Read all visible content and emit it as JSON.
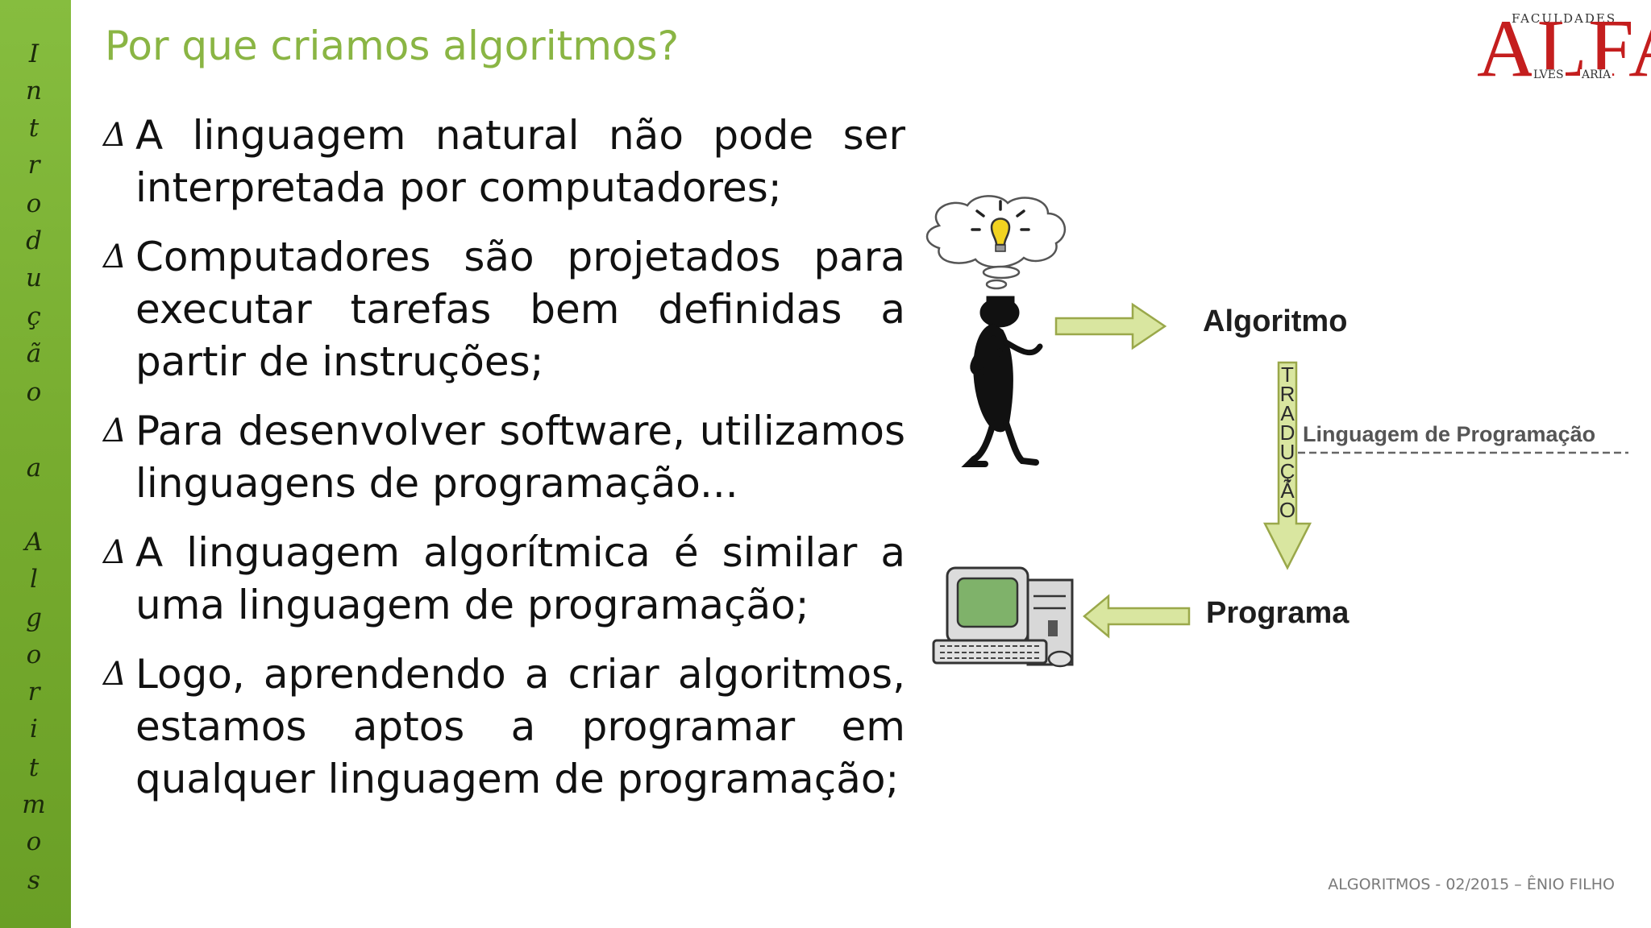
{
  "sidebar": {
    "letters": [
      "I",
      "n",
      "t",
      "r",
      "o",
      "d",
      "u",
      "ç",
      "ã",
      "o",
      "",
      "a",
      "",
      "A",
      "l",
      "g",
      "o",
      "r",
      "i",
      "t",
      "m",
      "o",
      "s"
    ]
  },
  "slide": {
    "title": "Por que criamos algoritmos?",
    "bullet_symbol": "Δ",
    "bullets": [
      "A linguagem natural não pode ser interpretada por computadores;",
      "Computadores são projetados para executar tarefas bem definidas a partir de instruções;",
      "Para desenvolver software, utilizamos linguagens de programação...",
      "A linguagem algorítmica é similar a uma linguagem de programação;",
      "Logo, aprendendo a criar algoritmos, estamos aptos a programar em qualquer linguagem de programação;"
    ]
  },
  "diagram": {
    "algoritmo_label": "Algoritmo",
    "traducao_letters": [
      "T",
      "R",
      "A",
      "D",
      "U",
      "Ç",
      "Ã",
      "O"
    ],
    "linguagem_label": "Linguagem de Programação",
    "programa_label": "Programa",
    "icons": [
      "thinking-person-icon",
      "lightbulb-icon",
      "computer-icon"
    ],
    "colors": {
      "arrow_fill": "#d9e6a0",
      "arrow_stroke": "#9aa84a"
    }
  },
  "logo": {
    "top": "FACULDADES",
    "main": "ALFA",
    "left_sub": "LVES",
    "right_sub": "ARIA",
    "color": "#c41e1e"
  },
  "footer": {
    "text": "ALGORITMOS - 02/2015 – ÊNIO FILHO"
  }
}
